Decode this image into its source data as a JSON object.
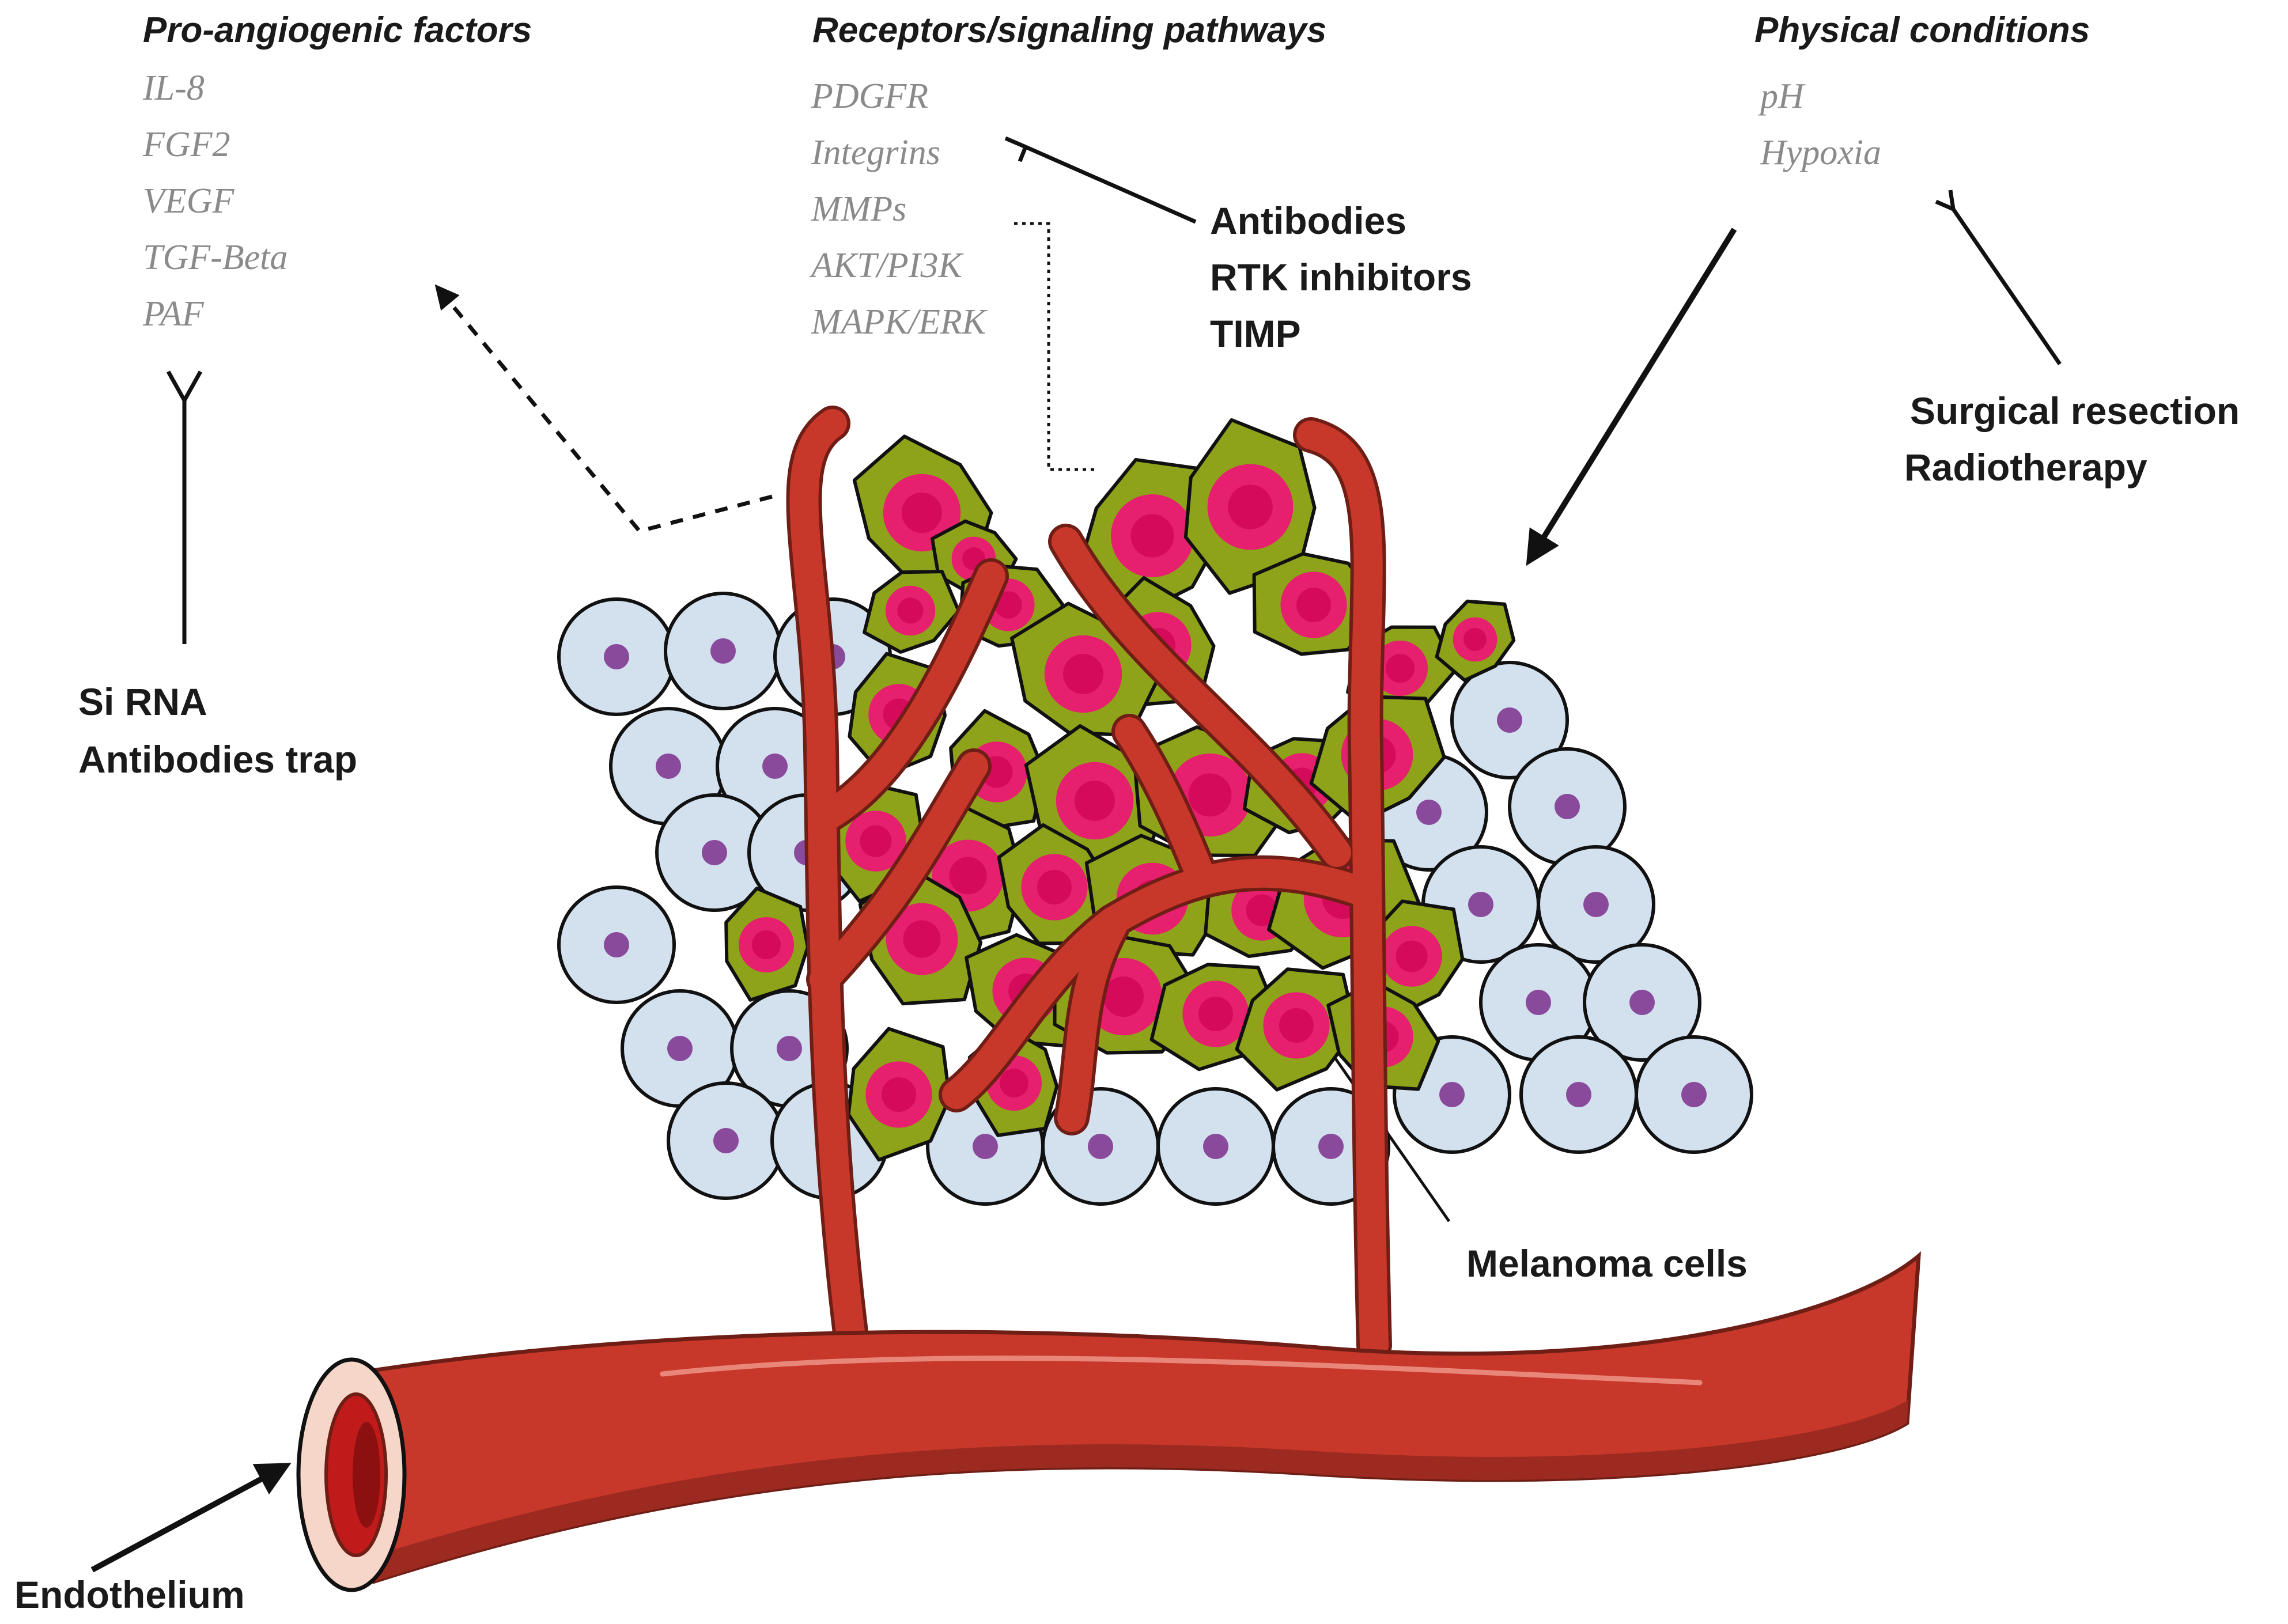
{
  "pro_angiogenic": {
    "heading": "Pro-angiogenic factors",
    "items": [
      "IL-8",
      "FGF2",
      "VEGF",
      "TGF-Beta",
      "PAF"
    ],
    "therapies": [
      "Si RNA",
      "Antibodies trap"
    ]
  },
  "receptors": {
    "heading": "Receptors/signaling pathways",
    "items": [
      "PDGFR",
      "Integrins",
      "MMPs",
      "AKT/PI3K",
      "MAPK/ERK"
    ],
    "therapies": [
      "Antibodies",
      "RTK inhibitors",
      "TIMP"
    ]
  },
  "physical": {
    "heading": "Physical conditions",
    "items": [
      "pH",
      "Hypoxia"
    ],
    "therapies": [
      "Surgical resection",
      "Radiotherapy"
    ]
  },
  "labels": {
    "melanoma_cells": "Melanoma cells",
    "endothelium": "Endothelium"
  },
  "colors": {
    "vessel": "#c8382a",
    "vessel_dark": "#9c2a20",
    "vessel_outline": "#6f1e16",
    "lumen": "#f6d6c8",
    "melanoma_cell": "#8fa31a",
    "melanoma_nucleus": "#e61f6e",
    "normal_cell": "#d3e1ef",
    "normal_nucleus": "#8a4a9c"
  }
}
